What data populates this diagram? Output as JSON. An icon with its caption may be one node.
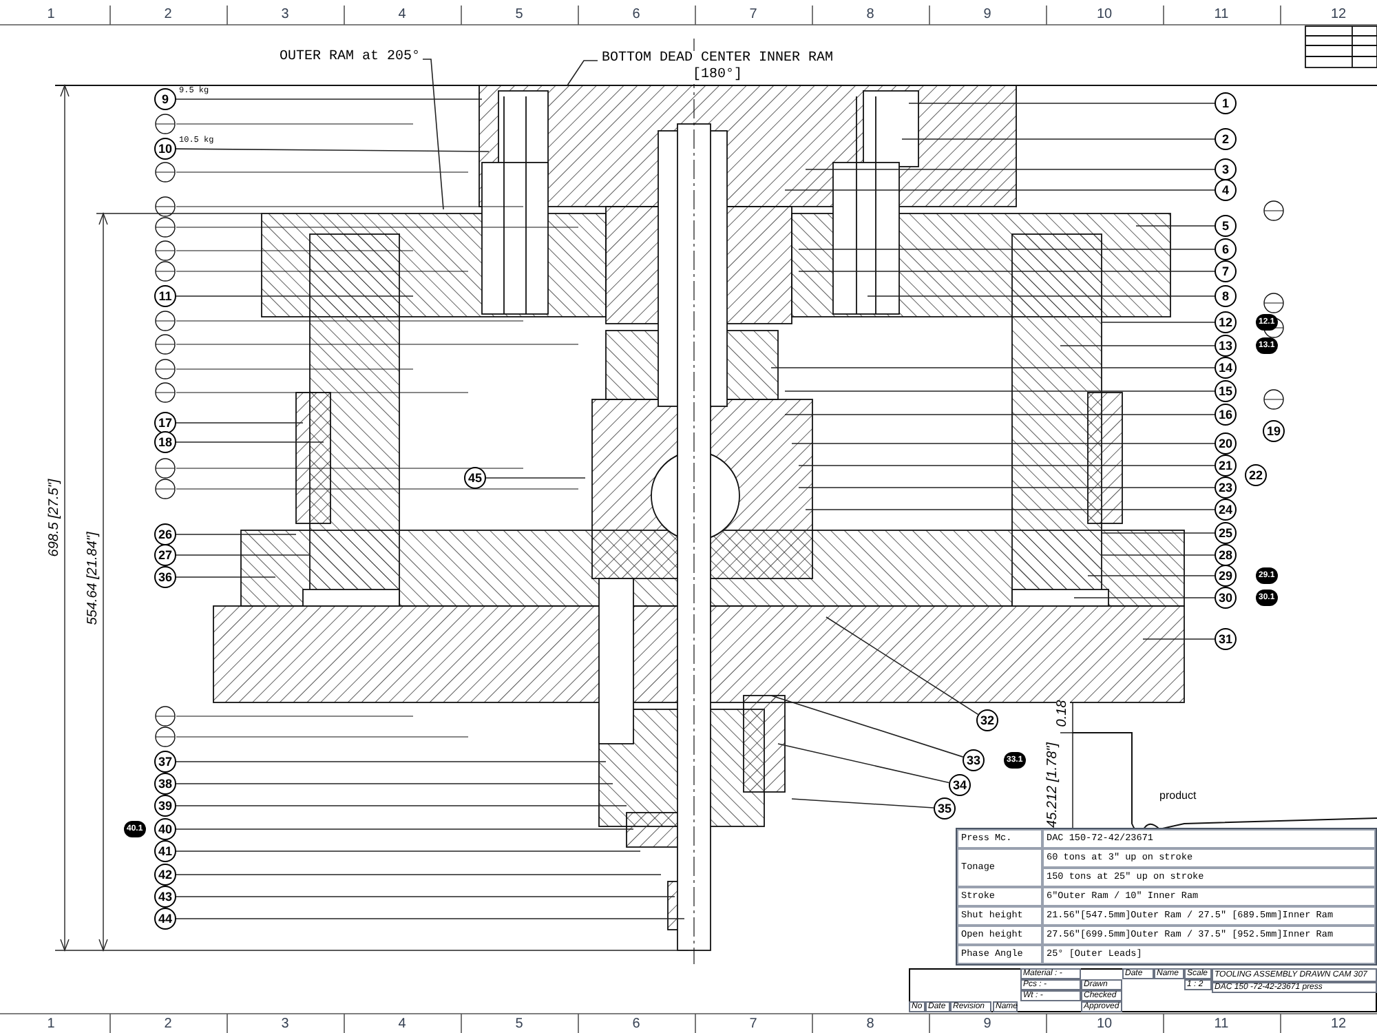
{
  "diagram": {
    "nodes": [
      {
        "text": [
          "OUTER RAM at 205°"
        ]
      },
      {
        "text": [
          "BOTTOM DEAD CENTER INNER RAM",
          "[180°]"
        ]
      },
      {
        "text": [
          "9"
        ],
        "beside": [
          "9.5 kg"
        ]
      },
      {
        "text": [
          "10"
        ],
        "beside": [
          "10.5 kg"
        ]
      },
      {
        "text": [
          "11"
        ]
      },
      {
        "text": [
          "17"
        ]
      },
      {
        "text": [
          "18"
        ]
      },
      {
        "text": [
          "26"
        ]
      },
      {
        "text": [
          "27"
        ]
      },
      {
        "text": [
          "36"
        ]
      },
      {
        "text": [
          "37"
        ]
      },
      {
        "text": [
          "38"
        ]
      },
      {
        "text": [
          "39"
        ]
      },
      {
        "text": [
          "40"
        ],
        "beside": [
          "40.1"
        ]
      },
      {
        "text": [
          "41"
        ]
      },
      {
        "text": [
          "42"
        ]
      },
      {
        "text": [
          "43"
        ]
      },
      {
        "text": [
          "44"
        ]
      },
      {
        "text": [
          "1"
        ]
      },
      {
        "text": [
          "2"
        ]
      },
      {
        "text": [
          "3"
        ]
      },
      {
        "text": [
          "4"
        ]
      },
      {
        "text": [
          "5"
        ]
      },
      {
        "text": [
          "6"
        ]
      },
      {
        "text": [
          "7"
        ]
      },
      {
        "text": [
          "8"
        ]
      },
      {
        "text": [
          "12"
        ],
        "beside": [
          "12.1"
        ]
      },
      {
        "text": [
          "13"
        ],
        "beside": [
          "13.1"
        ]
      },
      {
        "text": [
          "14"
        ]
      },
      {
        "text": [
          "15"
        ]
      },
      {
        "text": [
          "16"
        ]
      },
      {
        "text": [
          "20"
        ]
      },
      {
        "text": [
          "21"
        ]
      },
      {
        "text": [
          "23"
        ]
      },
      {
        "text": [
          "24"
        ]
      },
      {
        "text": [
          "25"
        ]
      },
      {
        "text": [
          "28"
        ]
      },
      {
        "text": [
          "29"
        ],
        "beside": [
          "29.1"
        ]
      },
      {
        "text": [
          "30"
        ],
        "beside": [
          "30.1"
        ]
      },
      {
        "text": [
          "31"
        ]
      },
      {
        "text": [
          "45"
        ]
      },
      {
        "text": [
          "32"
        ]
      },
      {
        "text": [
          "33"
        ],
        "beside": [
          "33.1"
        ]
      },
      {
        "text": [
          "34"
        ]
      },
      {
        "text": [
          "35"
        ]
      },
      {
        "text": [
          "19"
        ]
      },
      {
        "text": [
          "22"
        ]
      }
    ],
    "edges": [
      {
        "from": 0,
        "to": null,
        "arrow": "none"
      },
      {
        "from": 1,
        "to": null,
        "arrow": "none"
      },
      {
        "from": 2,
        "to": null,
        "arrow": "none"
      },
      {
        "from": 3,
        "to": null,
        "arrow": "none"
      },
      {
        "from": 4,
        "to": null,
        "arrow": "none"
      },
      {
        "from": 5,
        "to": null,
        "arrow": "none"
      },
      {
        "from": 6,
        "to": null,
        "arrow": "none"
      },
      {
        "from": 7,
        "to": null,
        "arrow": "none"
      },
      {
        "from": 8,
        "to": null,
        "arrow": "none"
      },
      {
        "from": 9,
        "to": null,
        "arrow": "none"
      },
      {
        "from": 10,
        "to": null,
        "arrow": "none"
      },
      {
        "from": 11,
        "to": null,
        "arrow": "none"
      },
      {
        "from": 12,
        "to": null,
        "arrow": "none"
      },
      {
        "from": 13,
        "to": null,
        "arrow": "none"
      },
      {
        "from": 14,
        "to": null,
        "arrow": "none"
      },
      {
        "from": 15,
        "to": null,
        "arrow": "none"
      },
      {
        "from": 16,
        "to": null,
        "arrow": "none"
      },
      {
        "from": 17,
        "to": null,
        "arrow": "none"
      },
      {
        "from": 18,
        "to": null,
        "arrow": "none"
      },
      {
        "from": 19,
        "to": null,
        "arrow": "none"
      },
      {
        "from": 20,
        "to": null,
        "arrow": "none"
      },
      {
        "from": 21,
        "to": null,
        "arrow": "none"
      },
      {
        "from": 22,
        "to": null,
        "arrow": "none"
      },
      {
        "from": 23,
        "to": null,
        "arrow": "none"
      },
      {
        "from": 24,
        "to": null,
        "arrow": "none"
      },
      {
        "from": 25,
        "to": null,
        "arrow": "none"
      },
      {
        "from": 26,
        "to": null,
        "arrow": "none"
      },
      {
        "from": 27,
        "to": null,
        "arrow": "none"
      },
      {
        "from": 28,
        "to": null,
        "arrow": "none"
      },
      {
        "from": 29,
        "to": null,
        "arrow": "none"
      },
      {
        "from": 30,
        "to": null,
        "arrow": "none"
      },
      {
        "from": 31,
        "to": null,
        "arrow": "none"
      },
      {
        "from": 32,
        "to": null,
        "arrow": "none"
      },
      {
        "from": 33,
        "to": null,
        "arrow": "none"
      },
      {
        "from": 34,
        "to": null,
        "arrow": "none"
      },
      {
        "from": 35,
        "to": null,
        "arrow": "none"
      },
      {
        "from": 36,
        "to": null,
        "arrow": "none"
      },
      {
        "from": 37,
        "to": null,
        "arrow": "none"
      },
      {
        "from": 38,
        "to": null,
        "arrow": "none"
      },
      {
        "from": 39,
        "to": null,
        "arrow": "none"
      },
      {
        "from": 40,
        "to": null,
        "arrow": "none"
      },
      {
        "from": 41,
        "to": null,
        "arrow": "none"
      },
      {
        "from": 42,
        "to": null,
        "arrow": "none"
      },
      {
        "from": 43,
        "to": null,
        "arrow": "none"
      },
      {
        "from": 44,
        "to": null,
        "arrow": "none"
      }
    ],
    "labels": [
      "1",
      "2",
      "3",
      "4",
      "5",
      "6",
      "7",
      "8",
      "9",
      "10",
      "11",
      "12",
      "698.5 [27.5\"]",
      "554.64 [21.84\"]",
      "0.18",
      "45.212 [1.78\"]",
      "product",
      "Press Mc.",
      "DAC 150-72-42/23671",
      "Tonage",
      "60 tons at 3\" up on stroke",
      "150 tons at 25\" up on stroke",
      "Stroke",
      "6\"Outer Ram / 10\" Inner Ram",
      "Shut height",
      "21.56\"[547.5mm]Outer Ram / 27.5\" [689.5mm]Inner Ram",
      "Open height",
      "27.56\"[699.5mm]Outer Ram / 37.5\" [952.5mm]Inner Ram",
      "Phase Angle",
      "25° [Outer Leads]",
      "No",
      "Date",
      "Revision",
      "Name",
      "Material : -",
      "Pcs : -",
      "Wt : -",
      "Drawn",
      "Checked",
      "Approved",
      "Date",
      "Name",
      "Scale",
      "1 : 2",
      "TOOLING ASSEMBLY DRAWN CAM 307",
      "DAC 150 -72-42-23671 press",
      "1",
      "2",
      "3",
      "4",
      "5",
      "6",
      "7",
      "8",
      "9",
      "10",
      "11",
      "12"
    ]
  }
}
